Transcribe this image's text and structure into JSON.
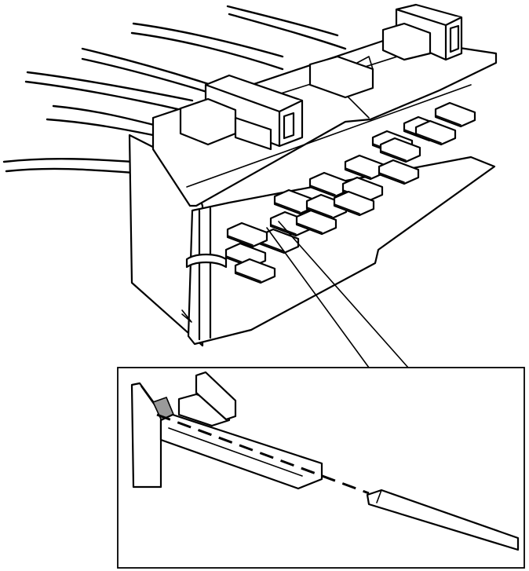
{
  "figure": {
    "colors": {
      "line": "#000000",
      "background": "#ffffff",
      "highlight": "#9a9a9a"
    },
    "parts": [
      "wire-harness",
      "connector-housing",
      "terminal-array",
      "retaining-clip",
      "detail-inset",
      "insertion-tool"
    ]
  }
}
